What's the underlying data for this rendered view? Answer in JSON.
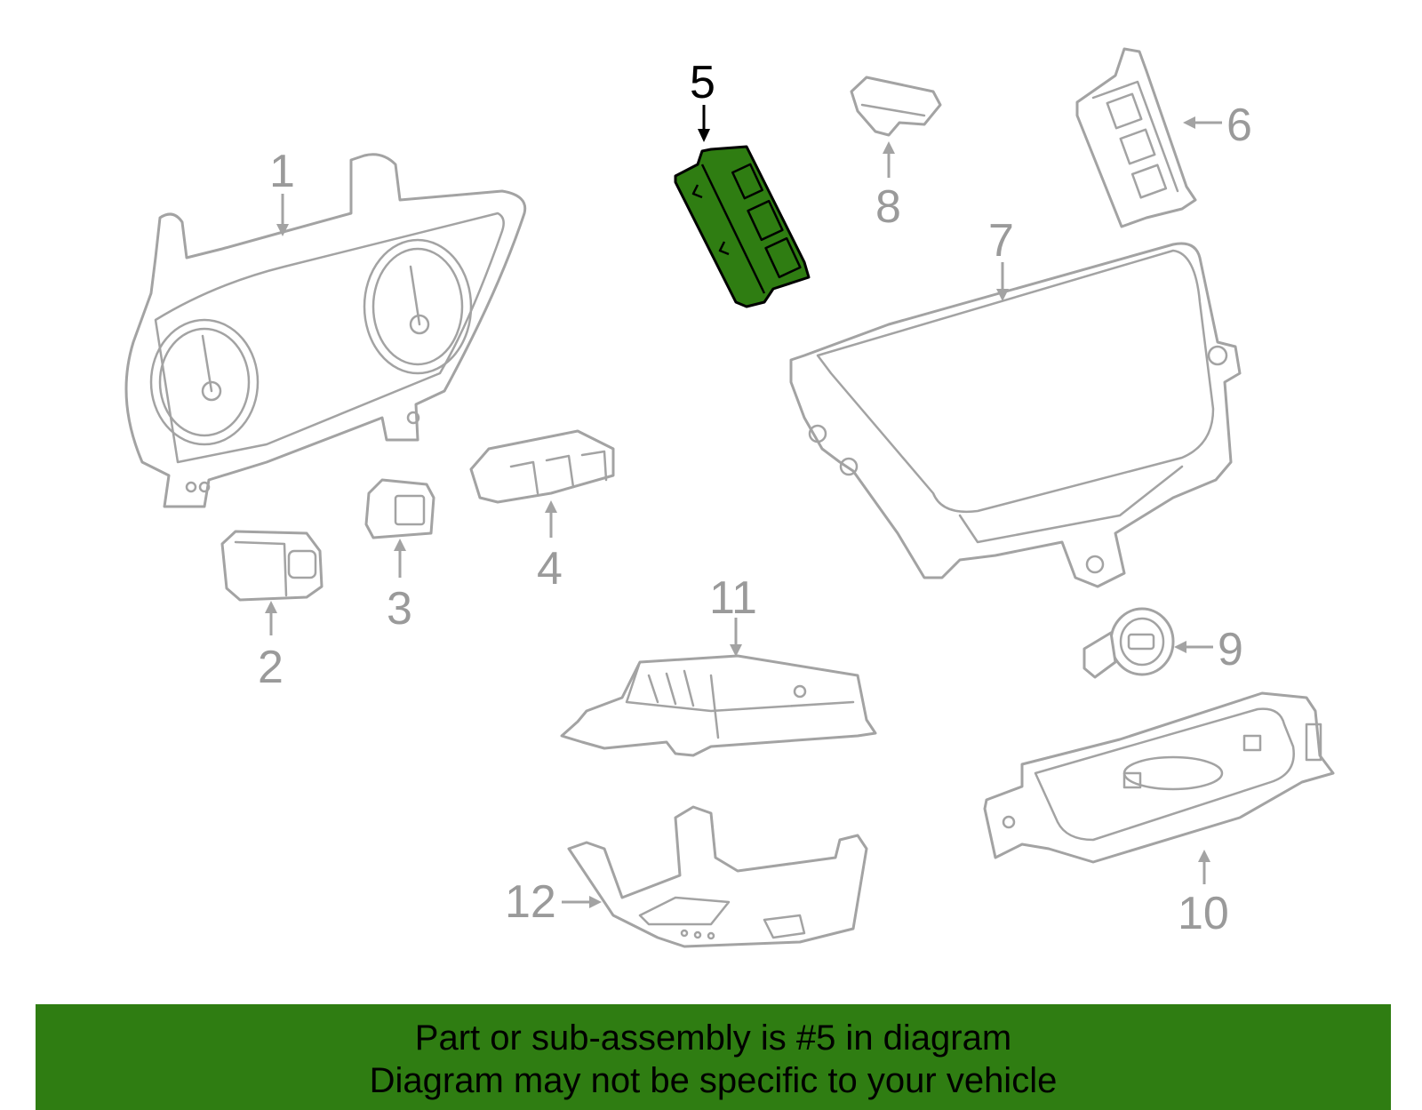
{
  "diagram": {
    "highlighted_part": "5",
    "callouts": {
      "c1": "1",
      "c2": "2",
      "c3": "3",
      "c4": "4",
      "c5": "5",
      "c6": "6",
      "c7": "7",
      "c8": "8",
      "c9": "9",
      "c10": "10",
      "c11": "11",
      "c12": "12"
    },
    "colors": {
      "highlight": "#2f7d12",
      "part_outline": "#a3a3a3",
      "callout_text": "#9a9a9a"
    }
  },
  "footer": {
    "line1": "Part or sub-assembly is #5 in diagram",
    "line2": "Diagram may not be specific to your vehicle"
  }
}
